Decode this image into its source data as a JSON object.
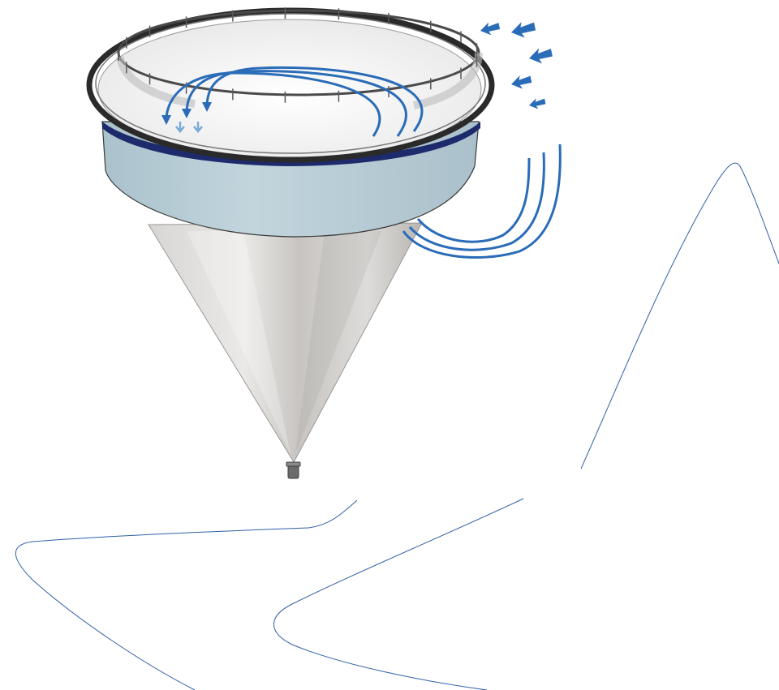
{
  "colors": {
    "background": "#ffffff",
    "flow_arrows": "#2a6cb8",
    "flow_arrows_light": "#7aaad9",
    "outline_lines": "#2f5fa6",
    "tank_wall": "#b8cdd6",
    "tank_interior": "#f3f3f3",
    "rim_dark": "#2a2a2a",
    "water_line": "#1d2a6b",
    "cone_light": "#e6e4e2",
    "cone_mid": "#c9c6c3",
    "cone_dark": "#a9a6a3",
    "drain": "#6b6b6b"
  },
  "icons": [
    "incoming-flow-arrow-icon",
    "circulation-arrow-icon",
    "inlet-pipe-icon",
    "outlet-drain-icon"
  ],
  "flow": {
    "incoming_arrow_count": 5,
    "circulation_arrow_count": 3,
    "inlet_pipe_count": 3
  }
}
